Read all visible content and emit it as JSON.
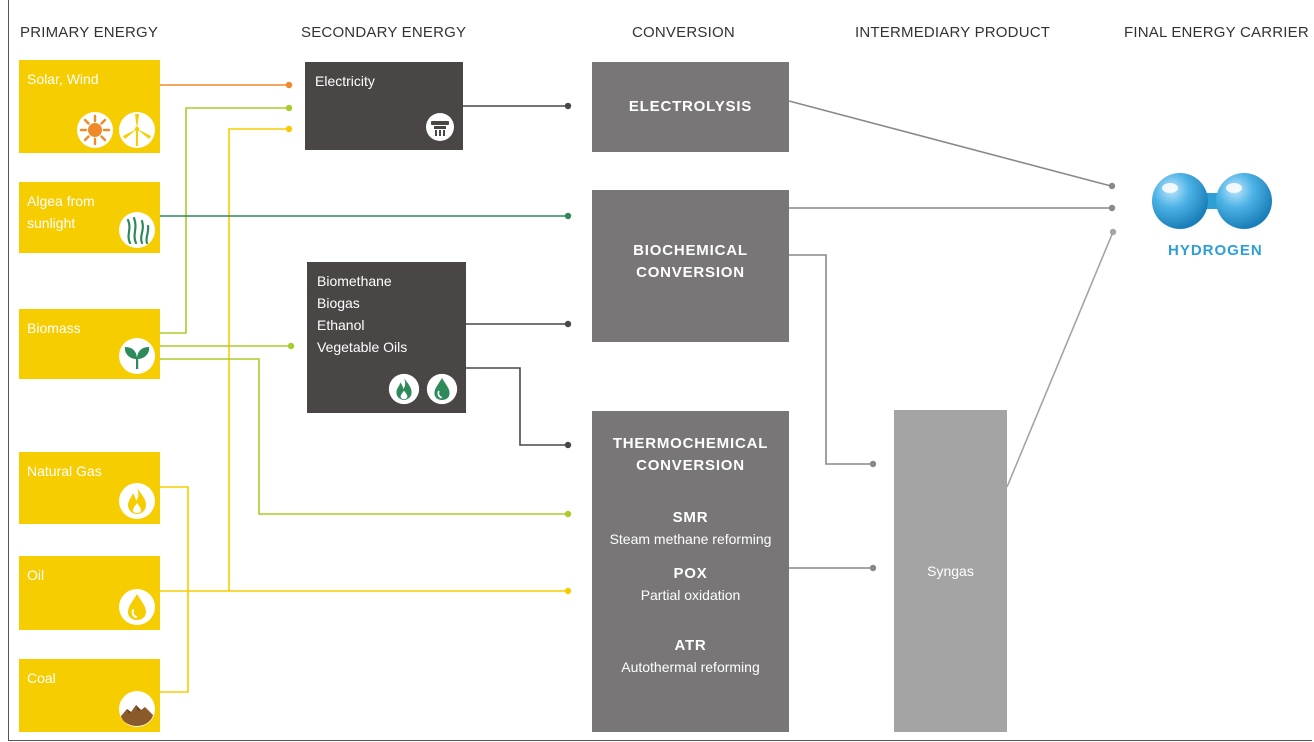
{
  "columns": {
    "primary": "PRIMARY ENERGY",
    "secondary": "SECONDARY ENERGY",
    "conversion": "CONVERSION",
    "intermediary": "INTERMEDIARY PRODUCT",
    "final": "FINAL ENERGY CARRIER"
  },
  "primary": {
    "solar_wind": "Solar, Wind",
    "algae_1": "Algea from",
    "algae_2": "sunlight",
    "biomass": "Biomass",
    "natural_gas": "Natural Gas",
    "oil": "Oil",
    "coal": "Coal"
  },
  "secondary": {
    "electricity": "Electricity",
    "bio_lines": [
      "Biomethane",
      "Biogas",
      "Ethanol",
      "Vegetable Oils"
    ]
  },
  "conversion": {
    "electrolysis": "ELECTROLYSIS",
    "biochemical_1": "BIOCHEMICAL",
    "biochemical_2": "CONVERSION",
    "thermochemical_1": "THERMOCHEMICAL",
    "thermochemical_2": "CONVERSION",
    "methods": [
      {
        "abbr": "SMR",
        "name": "Steam methane reforming"
      },
      {
        "abbr": "POX",
        "name": "Partial oxidation"
      },
      {
        "abbr": "ATR",
        "name": "Autothermal reforming"
      }
    ]
  },
  "intermediary": {
    "syngas": "Syngas"
  },
  "final": {
    "hydrogen": "HYDROGEN"
  },
  "colors": {
    "primary_box": "#f6cd00",
    "secondary_box": "#4a4646",
    "conversion_box": "#787676",
    "syngas_box": "#a5a4a4",
    "hydrogen": "#2e9ed7",
    "line_orange": "#f0892a",
    "line_green_light": "#a8cc2b",
    "line_yellow": "#f6cd00",
    "line_dark_green": "#2e8a5a",
    "line_dark": "#4a4646",
    "line_grey": "#8a8888",
    "line_light_grey": "#a5a4a4"
  },
  "icons": {
    "solar_wind": [
      "sun-icon",
      "wind-turbine-icon"
    ],
    "algae": "algae-icon",
    "biomass": "leaf-icon",
    "natural_gas": "flame-icon",
    "oil": "oil-drop-icon",
    "coal": "coal-icon",
    "electricity": "power-plug-icon",
    "bio": [
      "flame-icon",
      "oil-drop-icon"
    ],
    "hydrogen": "hydrogen-molecule-icon"
  }
}
